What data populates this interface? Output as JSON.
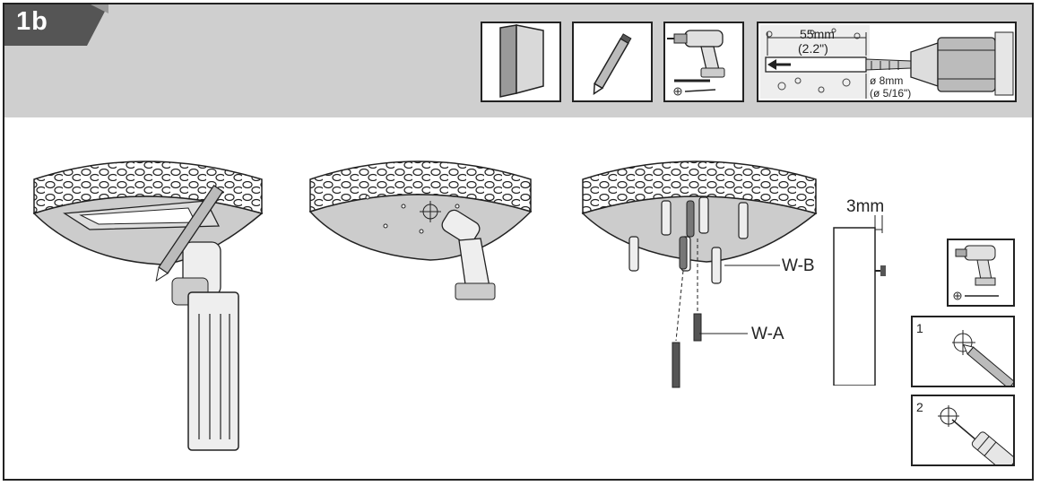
{
  "step": {
    "label": "1b"
  },
  "drill_spec": {
    "depth_metric": "55mm",
    "depth_imperial": "(2.2\")",
    "bit_metric": "ø 8mm",
    "bit_imperial": "(ø 5/16\")"
  },
  "gap_spec": {
    "label": "3mm"
  },
  "parts": {
    "anchor_label": "W-B",
    "screw_label": "W-A"
  },
  "sub_steps": {
    "first": "1",
    "second": "2"
  },
  "colors": {
    "band": "#cfcfcf",
    "badge": "#555555",
    "ink": "#222222",
    "ceiling": "#cccccc"
  }
}
